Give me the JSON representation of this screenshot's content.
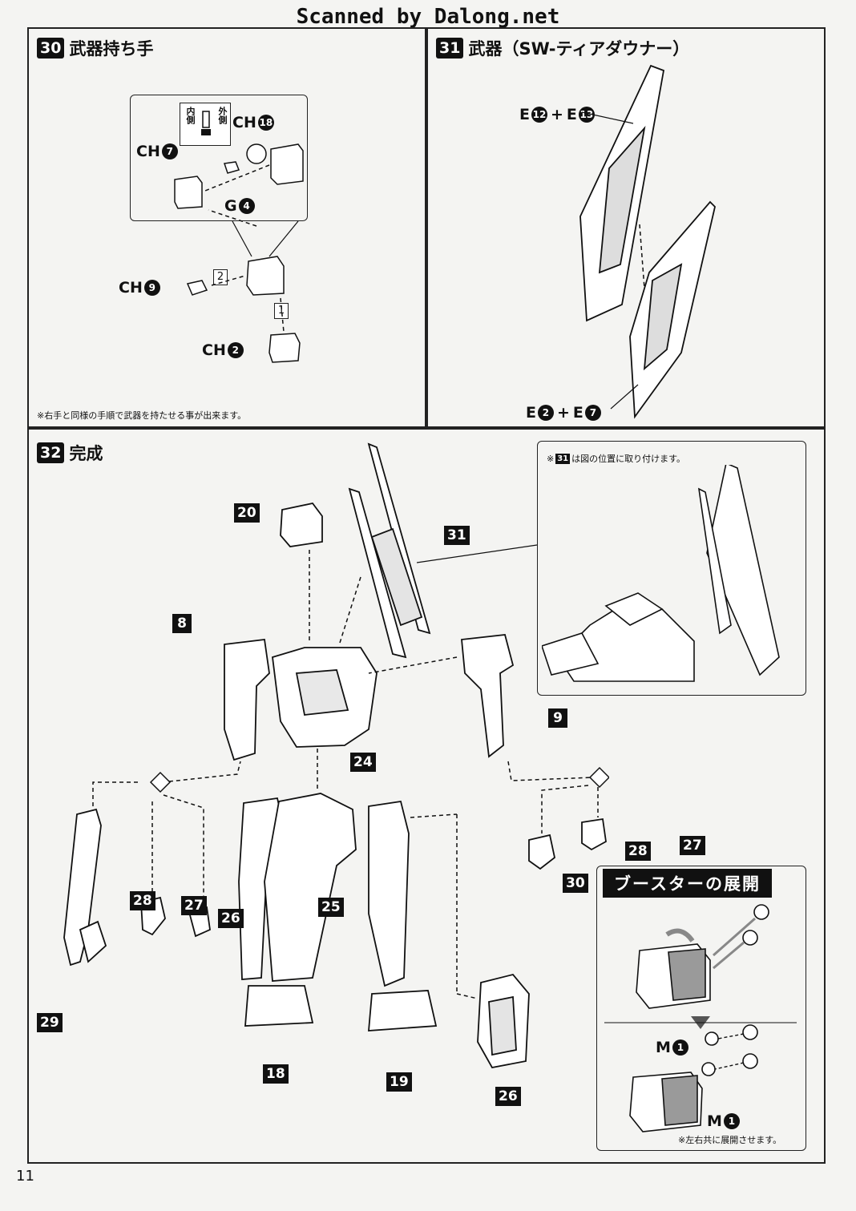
{
  "watermark": "Scanned by Dalong.net",
  "page_number": "11",
  "step30": {
    "num": "30",
    "title": "武器持ち手",
    "inner_label": "内側",
    "outer_label": "外側",
    "parts": {
      "ch18_prefix": "CH",
      "ch18_num": "18",
      "ch7_prefix": "CH",
      "ch7_num": "7",
      "g4_prefix": "G",
      "g4_num": "4",
      "ch9_prefix": "CH",
      "ch9_num": "9",
      "ch2_prefix": "CH",
      "ch2_num": "2"
    },
    "order": [
      "1",
      "2"
    ],
    "note": "※右手と同様の手順で武器を持たせる事が出来ます。"
  },
  "step31": {
    "num": "31",
    "title": "武器（SW-ティアダウナー）",
    "upper_label": {
      "a": "E",
      "a_num": "12",
      "plus": "+",
      "b": "E",
      "b_num": "13"
    },
    "lower_label": {
      "a": "E",
      "a_num": "2",
      "plus": "+",
      "b": "E",
      "b_num": "7"
    }
  },
  "step32": {
    "num": "32",
    "title": "完成",
    "inset_note_pre": "※",
    "inset_note_num": "31",
    "inset_note_post": "は図の位置に取り付けます。",
    "callouts": [
      "20",
      "31",
      "8",
      "24",
      "9",
      "28",
      "27",
      "26",
      "25",
      "30",
      "28",
      "27",
      "29",
      "18",
      "19",
      "26"
    ],
    "booster": {
      "title": "ブースターの展開",
      "m1_prefix": "M",
      "m1_num": "1",
      "note": "※左右共に展開させます。"
    }
  }
}
